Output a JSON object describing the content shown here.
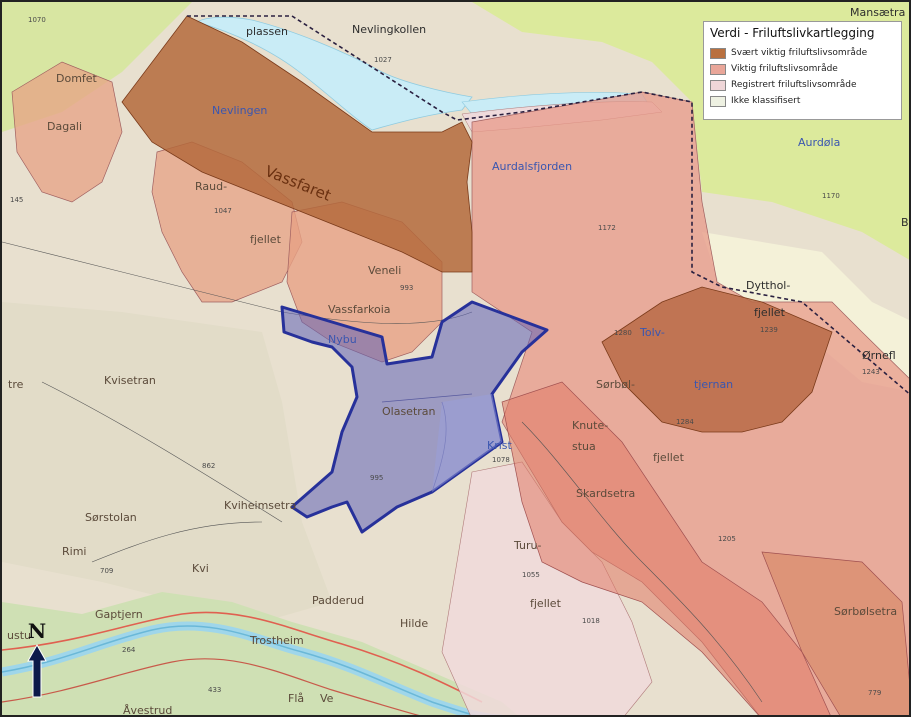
{
  "legend": {
    "title": "Verdi - Friluftslivkartlegging",
    "items": [
      {
        "label": "Svært viktig friluftslivsområde",
        "color": "#b9703f"
      },
      {
        "label": "Viktig friluftslivsområde",
        "color": "#e9a699"
      },
      {
        "label": "Registrert friluftslivsområde",
        "color": "#efd6d8"
      },
      {
        "label": "Ikke klassifisert",
        "color": "#eef1e2"
      }
    ]
  },
  "colors": {
    "very_important": "#b46a3c",
    "important": "#e89a8a",
    "registered": "#f0d9db",
    "study_area": "#5e62b8",
    "study_border": "#27319a",
    "water": "#c9ecf6",
    "background": "#e9e2d0",
    "highland": "#dcea9c"
  },
  "north_arrow": {
    "label": "N"
  },
  "places": {
    "plassen": "plassen",
    "nevlingkollen": "Nevlingkollen",
    "elev_1027": "1027",
    "mansaetra": "Mansætra",
    "domfet": "Domfet",
    "dagali": "Dagali",
    "nevlingen": "Nevlingen",
    "vassfaret": "Vassfaret",
    "aurdalsfjorden": "Aurdalsfjorden",
    "aurdola": "Aurdøla",
    "raud": "Raud-",
    "elev_1047": "1047",
    "fjellet_1": "fjellet",
    "elev_1172": "1172",
    "elev_1170": "1170",
    "b": "B",
    "elev_145": "145",
    "veneli": "Veneli",
    "elev_993": "993",
    "vassfarkoia": "Vassfarkoia",
    "dytthol": "Dytthol-",
    "fjellet_2": "fjellet",
    "nybu": "Nybu",
    "elev_1280": "1280",
    "tolv": "Tolv-",
    "elev_1239": "1239",
    "ornefl": "Ørnefl",
    "elev_1243": "1243",
    "kvisetran": "Kvisetran",
    "sorbol": "Sørbøl-",
    "tjernan": "tjernan",
    "tre": "tre",
    "olasetran": "Olasetran",
    "elev_1284": "1284",
    "knute": "Knute-",
    "stua": "stua",
    "krist": "Krist",
    "elev_1078": "1078",
    "fjellet_3": "fjellet",
    "elev_862": "862",
    "elev_995": "995",
    "kviheimsetra": "Kviheimsetra",
    "skardsetra": "Skardsetra",
    "sorstolan": "Sørstolan",
    "elev_1205": "1205",
    "rimi": "Rimi",
    "turu": "Turu-",
    "elev_709": "709",
    "kvi": "Kvi",
    "elev_1055": "1055",
    "padderud": "Padderud",
    "gaptjern": "Gaptjern",
    "fjellet_4": "fjellet",
    "sorbolsetra": "Sørbølsetra",
    "hilde": "Hilde",
    "elev_1018": "1018",
    "ustu": "ustu",
    "elev_264": "264",
    "trostheim": "Trostheim",
    "elev_433": "433",
    "avestrud": "Åvestrud",
    "fla": "Flå",
    "ve": "Ve",
    "elev_779": "779",
    "elev_1070": "1070"
  }
}
